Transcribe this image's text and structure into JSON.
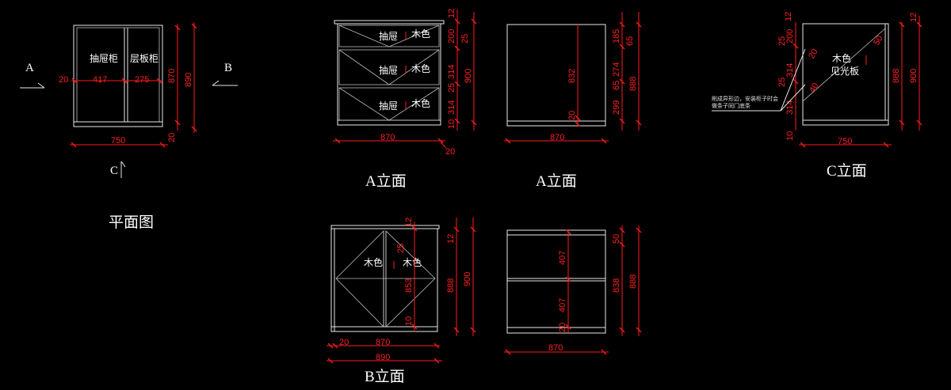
{
  "labels": {
    "drawer_cabinet": "抽屉柜",
    "shelf_cabinet": "层板柜",
    "drawer": "抽屉",
    "wood_color": "木色",
    "visible_panel": "见光板",
    "note_line1": "削成异形边，安装柜子时会",
    "note_line2": "做条子同门底条",
    "marker_a": "A",
    "marker_b": "B",
    "marker_c": "C"
  },
  "titles": {
    "plan": "平面图",
    "a_elev_1": "A立面",
    "a_elev_2": "A立面",
    "b_elev": "B立面",
    "c_elev": "C立面"
  },
  "plan_dims": {
    "d20_left": "20",
    "d417": "417",
    "d275": "275",
    "d870": "870",
    "d890": "890",
    "d20_right": "20",
    "d750": "750"
  },
  "a1_dims": {
    "d12": "12",
    "d200": "200",
    "d25_a": "25",
    "d314_a": "314",
    "d25_b": "25",
    "d314_b": "314",
    "d10": "10",
    "d900": "900",
    "d870": "870",
    "d20": "20"
  },
  "a2_dims": {
    "d185": "185",
    "d65_a": "65",
    "d274": "274",
    "d65_b": "65",
    "d299": "299",
    "d888": "888",
    "d832": "832",
    "d20": "20",
    "d870": "870"
  },
  "b1_dims": {
    "d12": "12",
    "d25": "25",
    "d853": "853",
    "d10": "10",
    "d888": "888",
    "d900": "900",
    "d12_b": "12",
    "d20": "20",
    "d870": "870",
    "d890": "890"
  },
  "b2_dims": {
    "d50": "50",
    "d838": "838",
    "d888": "888",
    "d407_a": "407",
    "d407_b": "407",
    "d20": "20",
    "d870": "870"
  },
  "c_dims": {
    "d12": "12",
    "d25": "25",
    "d200": "200",
    "d314_a": "314",
    "d25_b": "25",
    "d314_b": "314",
    "d10": "10",
    "d50": "50",
    "d20": "20",
    "d40": "40",
    "d888": "888",
    "d900": "900",
    "d750": "750"
  },
  "colors": {
    "line": "#e8e8e8",
    "dimension": "#ff1a1a",
    "background": "#000000"
  }
}
